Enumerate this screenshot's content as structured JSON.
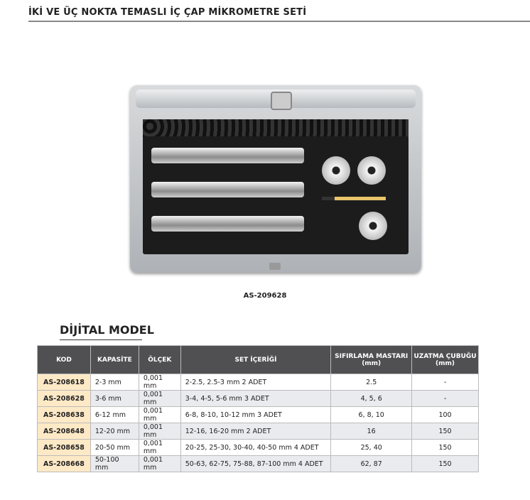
{
  "title": "İKİ VE ÜÇ NOKTA TEMASLI İÇ ÇAP MİKROMETRE SETİ",
  "photo_caption": "AS-209628",
  "section_title": "DİJİTAL MODEL",
  "table": {
    "headers": [
      "KOD",
      "KAPASİTE",
      "ÖLÇEK",
      "SET İÇERİĞİ",
      "SIFIRLAMA MASTARI (mm)",
      "UZATMA ÇUBUĞU (mm)"
    ],
    "rows": [
      [
        "AS-208618",
        "2-3 mm",
        "0,001 mm",
        "2-2.5, 2.5-3 mm 2 ADET",
        "2.5",
        "-"
      ],
      [
        "AS-208628",
        "3-6 mm",
        "0,001 mm",
        "3-4, 4-5, 5-6 mm 3 ADET",
        "4, 5, 6",
        "-"
      ],
      [
        "AS-208638",
        "6-12 mm",
        "0,001 mm",
        "6-8, 8-10, 10-12 mm 3 ADET",
        "6, 8, 10",
        "100"
      ],
      [
        "AS-208648",
        "12-20 mm",
        "0,001 mm",
        "12-16, 16-20 mm 2 ADET",
        "16",
        "150"
      ],
      [
        "AS-208658",
        "20-50 mm",
        "0,001 mm",
        "20-25, 25-30, 30-40, 40-50 mm 4 ADET",
        "25, 40",
        "150"
      ],
      [
        "AS-208668",
        "50-100 mm",
        "0,001 mm",
        "50-63, 62-75, 75-88, 87-100 mm 4 ADET",
        "62, 87",
        "150"
      ]
    ]
  }
}
